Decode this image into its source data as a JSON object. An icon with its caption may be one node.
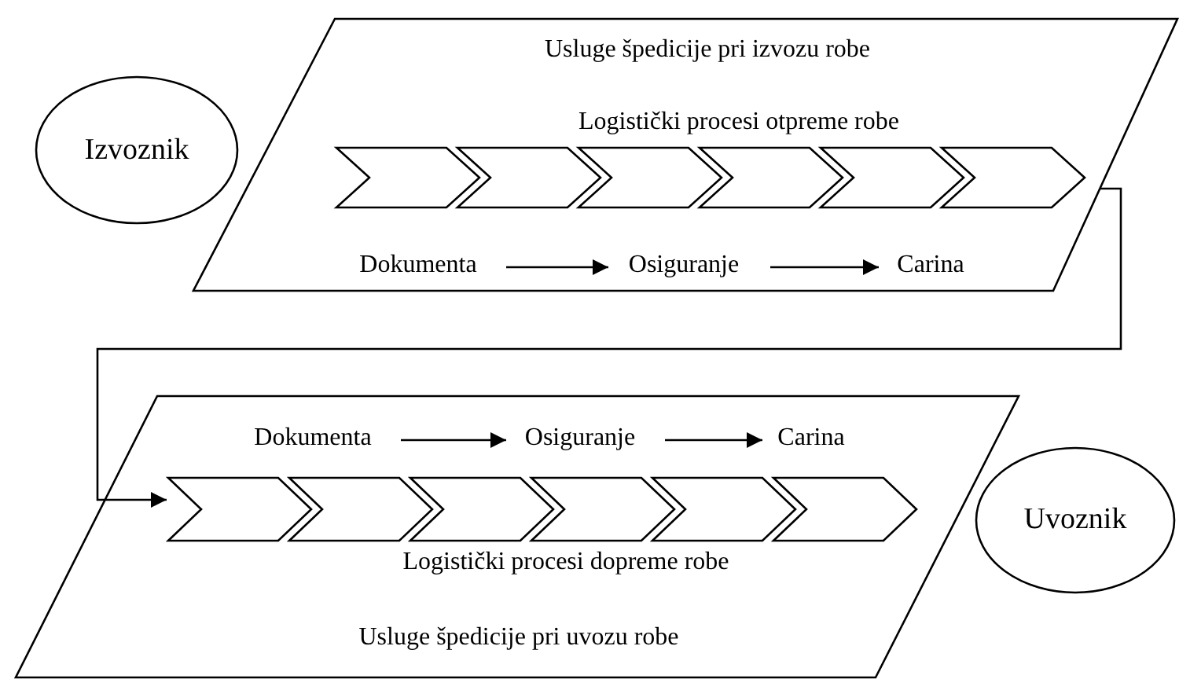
{
  "diagram": {
    "nodes": [
      {
        "text": [
          "Izvoznik"
        ]
      },
      {
        "text": [
          "Usluge špedicije pri izvozu robe",
          "Logistički procesi otpreme robe"
        ]
      },
      {
        "text": [],
        "shape": "chevron",
        "in": 1
      },
      {
        "text": [],
        "shape": "chevron",
        "in": 1
      },
      {
        "text": [],
        "shape": "chevron",
        "in": 1
      },
      {
        "text": [],
        "shape": "chevron",
        "in": 1
      },
      {
        "text": [],
        "shape": "chevron",
        "in": 1
      },
      {
        "text": [],
        "shape": "chevron",
        "in": 1
      },
      {
        "text": [
          "Dokumenta"
        ],
        "in": 1
      },
      {
        "text": [
          "Osiguranje"
        ],
        "in": 1
      },
      {
        "text": [
          "Carina"
        ],
        "in": 1
      },
      {
        "text": [
          "Logistički procesi dopreme robe",
          "Usluge špedicije pri uvozu robe"
        ]
      },
      {
        "text": [
          "Dokumenta"
        ],
        "in": 11
      },
      {
        "text": [
          "Osiguranje"
        ],
        "in": 11
      },
      {
        "text": [
          "Carina"
        ],
        "in": 11
      },
      {
        "text": [],
        "shape": "chevron",
        "in": 11
      },
      {
        "text": [],
        "shape": "chevron",
        "in": 11
      },
      {
        "text": [],
        "shape": "chevron",
        "in": 11
      },
      {
        "text": [],
        "shape": "chevron",
        "in": 11
      },
      {
        "text": [],
        "shape": "chevron",
        "in": 11
      },
      {
        "text": [],
        "shape": "chevron",
        "in": 11
      },
      {
        "text": [
          "Uvoznik"
        ]
      }
    ],
    "edges": [
      {
        "from": 8,
        "to": 9,
        "arrow": "to"
      },
      {
        "from": 9,
        "to": 10,
        "arrow": "to"
      },
      {
        "from": 1,
        "to": 15,
        "arrow": "to"
      },
      {
        "from": 12,
        "to": 13,
        "arrow": "to"
      },
      {
        "from": 13,
        "to": 14,
        "arrow": "to"
      }
    ]
  }
}
